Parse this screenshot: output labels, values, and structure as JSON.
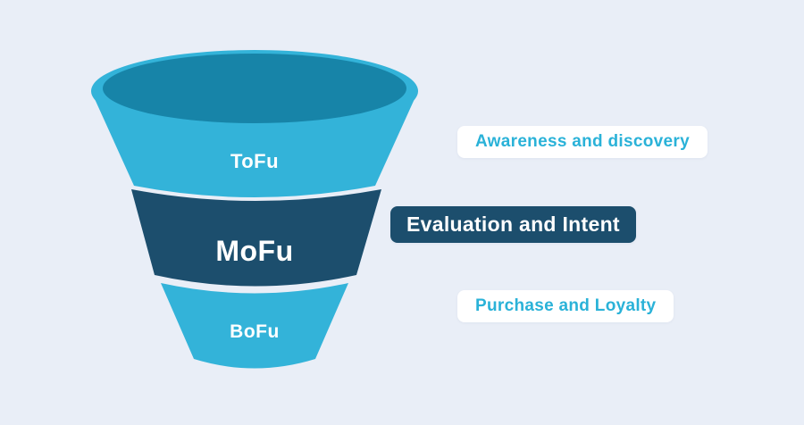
{
  "colors": {
    "background": "#e9eef7",
    "cyan": "#33b3d9",
    "teal_dark": "#1784a8",
    "navy": "#1c4e6d",
    "white": "#ffffff",
    "label_cyan": "#2ab2d8"
  },
  "funnel": {
    "tiers": [
      {
        "id": "tofu",
        "label": "ToFu"
      },
      {
        "id": "mofu",
        "label": "MoFu"
      },
      {
        "id": "bofu",
        "label": "BoFu"
      }
    ]
  },
  "stage_labels": [
    {
      "text": "Awareness and discovery"
    },
    {
      "text": "Evaluation and Intent"
    },
    {
      "text": "Purchase and Loyalty"
    }
  ]
}
